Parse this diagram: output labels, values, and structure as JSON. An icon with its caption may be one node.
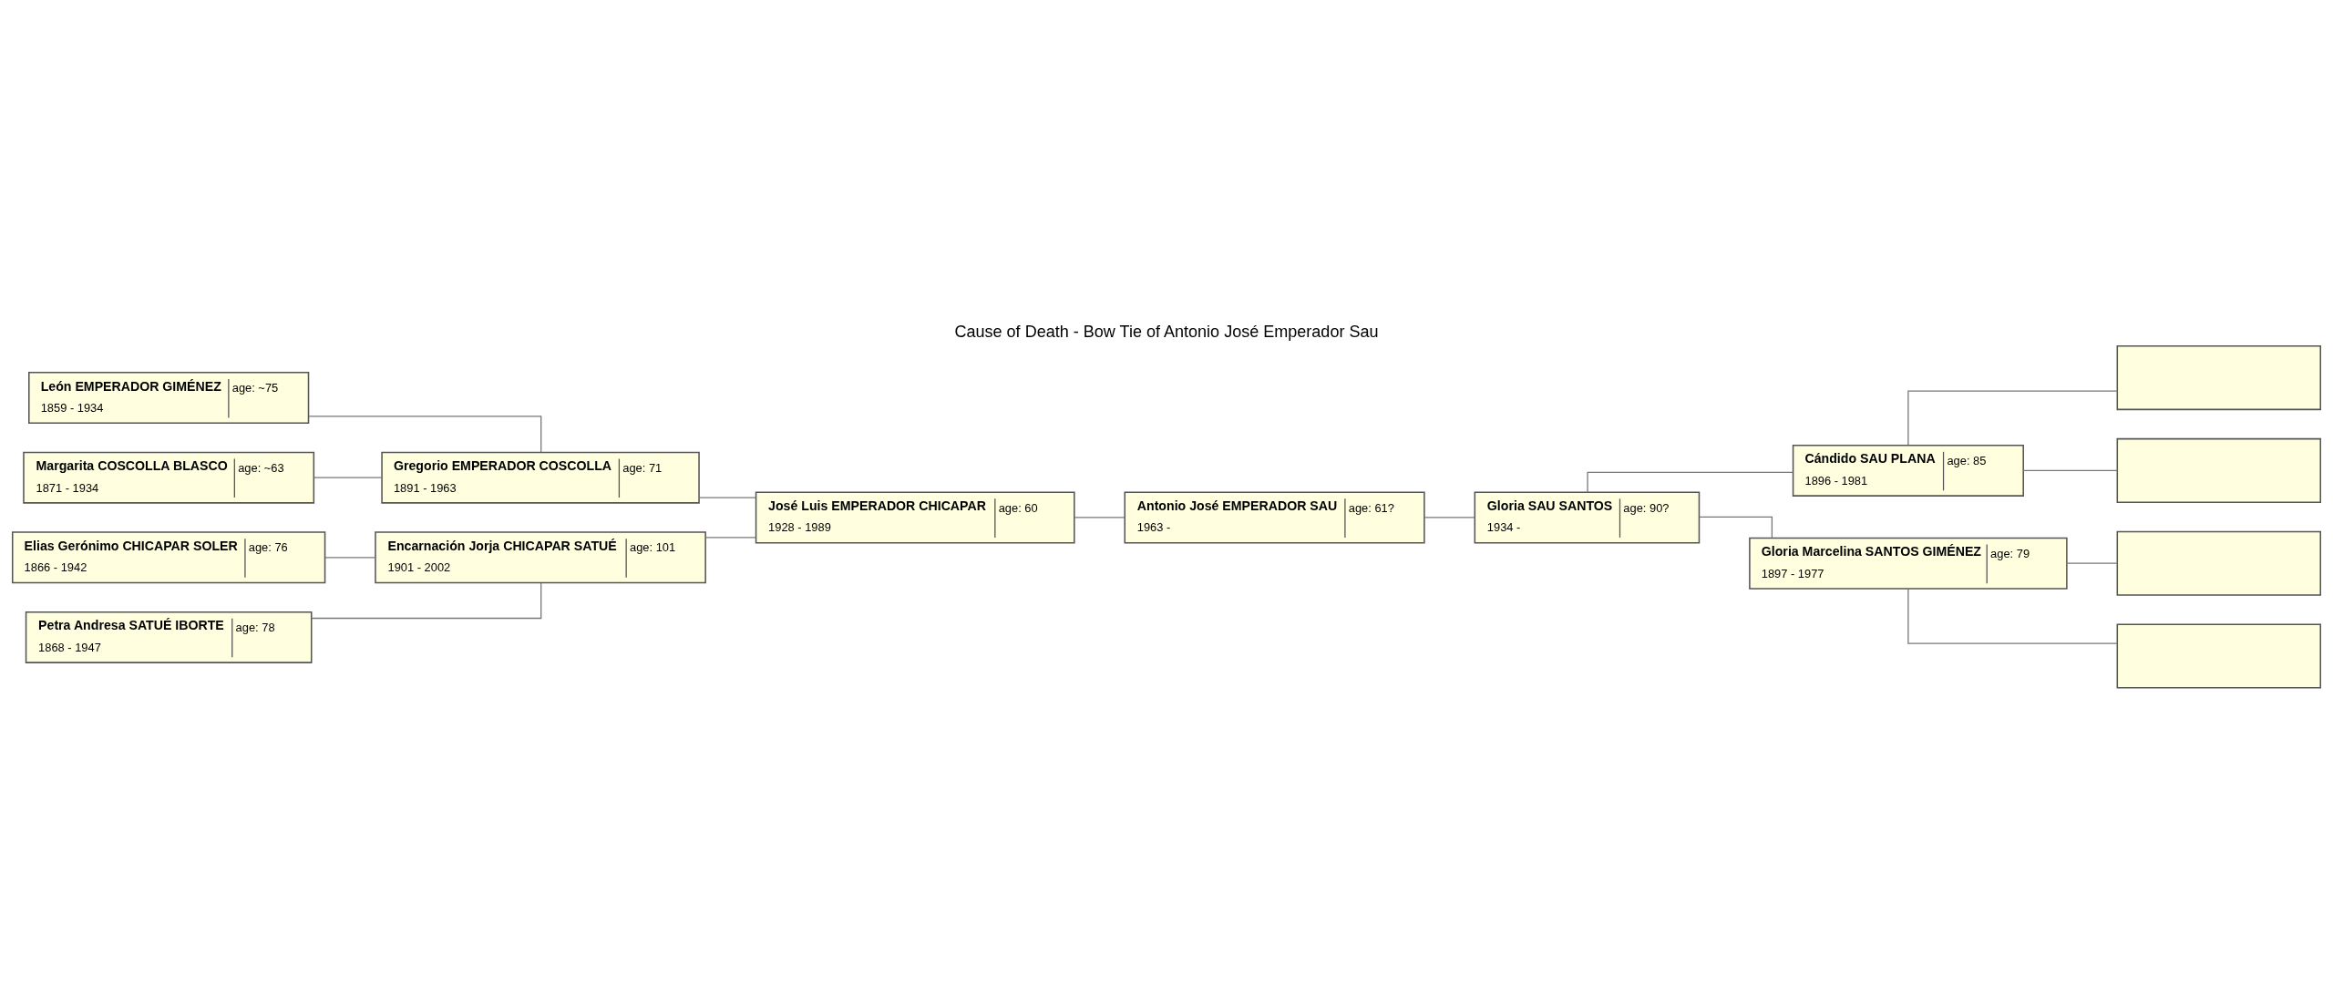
{
  "diagram": {
    "title": "Cause of Death - Bow Tie of Antonio José Emperador Sau",
    "nodes": [
      {
        "text": [
          "León EMPERADOR GIMÉNEZ",
          "1859 - 1934",
          "age: ~75"
        ]
      },
      {
        "text": [
          "Margarita COSCOLLA BLASCO",
          "1871 - 1934",
          "age: ~63"
        ]
      },
      {
        "text": [
          "Elias Gerónimo CHICAPAR SOLER",
          "1866 - 1942",
          "age: 76"
        ]
      },
      {
        "text": [
          "Petra Andresa SATUÉ IBORTE",
          "1868 - 1947",
          "age: 78"
        ]
      },
      {
        "text": [
          "Gregorio EMPERADOR COSCOLLA",
          "1891 - 1963",
          "age: 71"
        ]
      },
      {
        "text": [
          "Encarnación Jorja CHICAPAR SATUÉ",
          "1901 - 2002",
          "age: 101"
        ]
      },
      {
        "text": [
          "José Luis EMPERADOR CHICAPAR",
          "1928 - 1989",
          "age: 60"
        ]
      },
      {
        "text": [
          "Antonio José EMPERADOR SAU",
          "1963 -",
          "age: 61?"
        ]
      },
      {
        "text": [
          "Gloria SAU SANTOS",
          "1934 -",
          "age: 90?"
        ]
      },
      {
        "text": [
          "Cándido SAU PLANA",
          "1896 - 1981",
          "age: 85"
        ]
      },
      {
        "text": [
          "Gloria Marcelina SANTOS GIMÉNEZ",
          "1897 - 1977",
          "age: 79"
        ]
      },
      {
        "text": [],
        "shape": "box"
      },
      {
        "text": [],
        "shape": "box"
      },
      {
        "text": [],
        "shape": "box"
      },
      {
        "text": [],
        "shape": "box"
      }
    ],
    "edges": [
      {
        "from": 0,
        "to": 4,
        "arrow": "none"
      },
      {
        "from": 1,
        "to": 4,
        "arrow": "none"
      },
      {
        "from": 2,
        "to": 5,
        "arrow": "none"
      },
      {
        "from": 3,
        "to": 5,
        "arrow": "none"
      },
      {
        "from": 4,
        "to": 6,
        "arrow": "none"
      },
      {
        "from": 5,
        "to": 6,
        "arrow": "none"
      },
      {
        "from": 6,
        "to": 7,
        "arrow": "none"
      },
      {
        "from": 7,
        "to": 8,
        "arrow": "none"
      },
      {
        "from": 8,
        "to": 9,
        "arrow": "none"
      },
      {
        "from": 8,
        "to": 10,
        "arrow": "none"
      },
      {
        "from": 9,
        "to": 11,
        "arrow": "none"
      },
      {
        "from": 9,
        "to": 12,
        "arrow": "none"
      },
      {
        "from": 10,
        "to": 13,
        "arrow": "none"
      },
      {
        "from": 10,
        "to": 14,
        "arrow": "none"
      }
    ]
  }
}
